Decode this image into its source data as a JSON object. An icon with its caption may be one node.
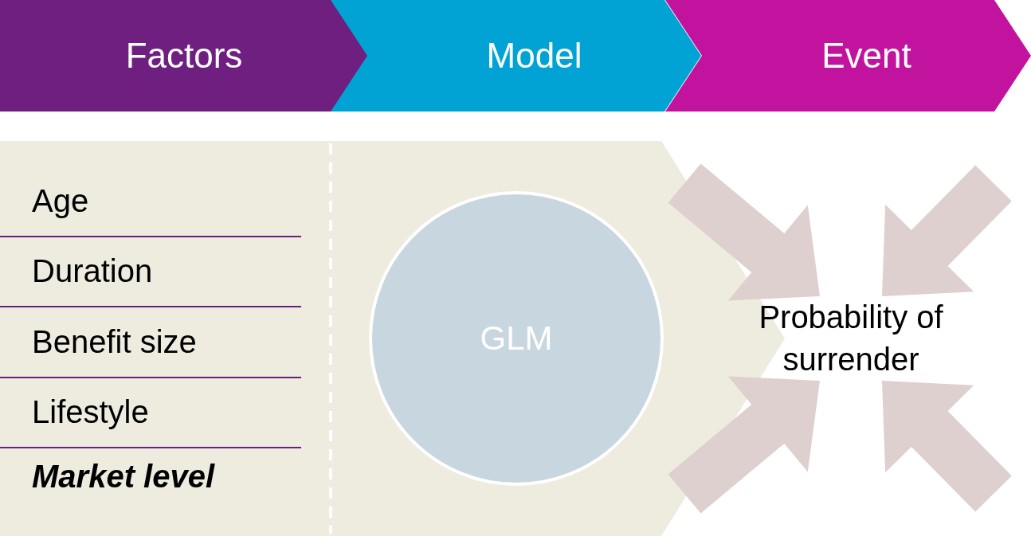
{
  "diagram": {
    "nodes": [
      {
        "text": [
          "Factors"
        ]
      },
      {
        "text": [
          "Model"
        ]
      },
      {
        "text": [
          "Event"
        ]
      },
      {
        "text": [
          "GLM"
        ]
      },
      {
        "text": [
          "Probability of surrender"
        ]
      }
    ],
    "edges": [
      {
        "from": null,
        "to": 4,
        "arrow": "to"
      },
      {
        "from": null,
        "to": 4,
        "arrow": "to"
      },
      {
        "from": null,
        "to": 4,
        "arrow": "to"
      },
      {
        "from": null,
        "to": 4,
        "arrow": "to"
      }
    ],
    "labels": [
      "Age",
      "Duration",
      "Benefit size",
      "Lifestyle",
      "Market level"
    ]
  }
}
